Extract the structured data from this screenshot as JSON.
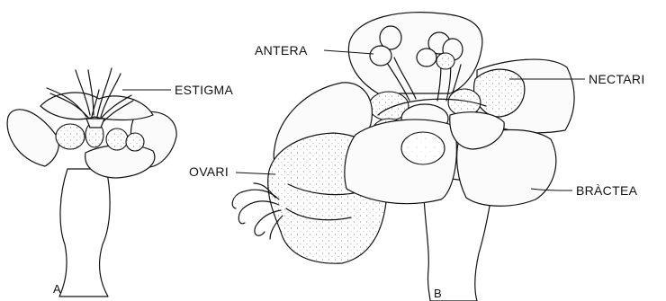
{
  "labels": {
    "estigma": "ESTIGMA",
    "antera": "ANTERA",
    "nectari": "NECTARI",
    "ovari": "OVARI",
    "bractea": "BRÀCTEA"
  },
  "figures": {
    "a": "A",
    "b": "B"
  },
  "colors": {
    "ink": "#111111",
    "background": "#ffffff"
  }
}
